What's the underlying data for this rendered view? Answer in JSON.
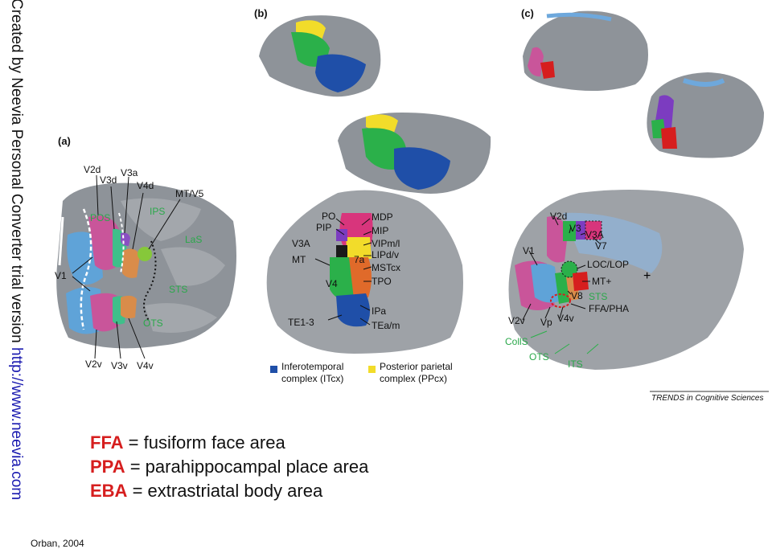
{
  "watermark": {
    "text": "Created by Neevia Personal Converter trial version ",
    "link": "http://www.neevia.com"
  },
  "panels": {
    "a": {
      "tag": "(a)",
      "labels": [
        "V2d",
        "V3d",
        "V3a",
        "V4d",
        "MT/V5",
        "V1",
        "V2v",
        "V3v",
        "V4v"
      ],
      "sulci": [
        "POS",
        "IPS",
        "LaS",
        "STS",
        "OTS"
      ]
    },
    "b": {
      "tag": "(b)",
      "labels": [
        "PO",
        "PIP",
        "V3A",
        "MT",
        "V4",
        "TE1-3",
        "MDP",
        "MIP",
        "VIPm/l",
        "LIPd/v",
        "7a",
        "MSTcx",
        "TPO",
        "IPa",
        "TEa/m"
      ],
      "legend": [
        {
          "color": "#1f4fa8",
          "line1": "Inferotemporal",
          "line2": "complex (ITcx)"
        },
        {
          "color": "#f2dc2a",
          "line1": "Posterior parietal",
          "line2": "complex (PPcx)"
        }
      ]
    },
    "c": {
      "tag": "(c)",
      "labels": [
        "V2d",
        "V3",
        "V3A",
        "V7",
        "V1",
        "LOC/LOP",
        "MT+",
        "V8",
        "V2v",
        "Vp",
        "V4v",
        "FFA/PHA"
      ],
      "sulci": [
        "STS",
        "CollS",
        "OTS",
        "ITS"
      ],
      "journal": "TRENDS in Cognitive Sciences"
    }
  },
  "definitions": [
    {
      "abbr": "FFA",
      "text": " = fusiform face area"
    },
    {
      "abbr": "PPA",
      "text": " = parahippocampal place area"
    },
    {
      "abbr": "EBA",
      "text": " = extrastriatal body area"
    }
  ],
  "credit": "Orban, 2004",
  "colors": {
    "cortex": "#8e9399",
    "cortex_dark": "#6f747a",
    "v1": "#5fa3d8",
    "v2": "#c9559a",
    "v3": "#3fbf8a",
    "v4": "#d98c4a",
    "mt": "#86c83a",
    "it": "#1f4fa8",
    "pp": "#f2dc2a",
    "green": "#2bb04a",
    "red": "#d61e1e",
    "ffa_blue": "#6ea8dc"
  }
}
